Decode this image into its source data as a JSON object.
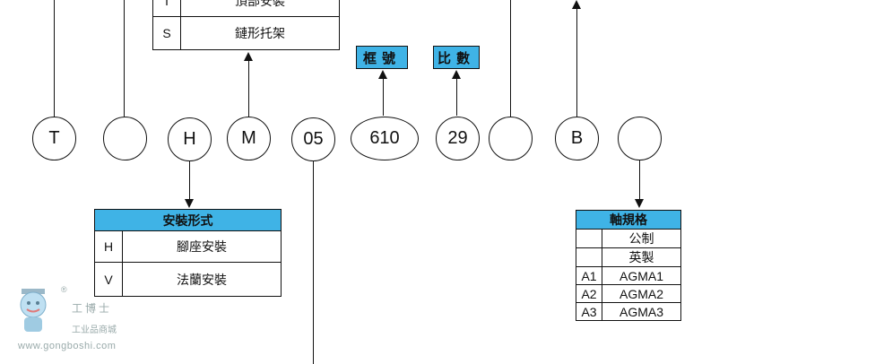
{
  "top_table": {
    "rows": [
      {
        "code": "T",
        "label": "頂部安裝"
      },
      {
        "code": "S",
        "label": "鏈形托架"
      }
    ]
  },
  "tags": {
    "frame": "框號",
    "ratio": "比數"
  },
  "circles": [
    "T",
    "",
    "H",
    "M",
    "05",
    "610",
    "29",
    "",
    "B",
    ""
  ],
  "mount_table": {
    "title": "安裝形式",
    "rows": [
      {
        "code": "H",
        "label": "腳座安裝"
      },
      {
        "code": "V",
        "label": "法蘭安裝"
      }
    ]
  },
  "shaft_table": {
    "title": "軸規格",
    "rows": [
      {
        "code": "",
        "label": "公制"
      },
      {
        "code": "",
        "label": "英製"
      },
      {
        "code": "A1",
        "label": "AGMA1"
      },
      {
        "code": "A2",
        "label": "AGMA2"
      },
      {
        "code": "A3",
        "label": "AGMA3"
      }
    ]
  },
  "watermark": {
    "brand": "工博士",
    "subtitle": "工业品商城",
    "url": "www.gongboshi.com",
    "registered": "®"
  }
}
